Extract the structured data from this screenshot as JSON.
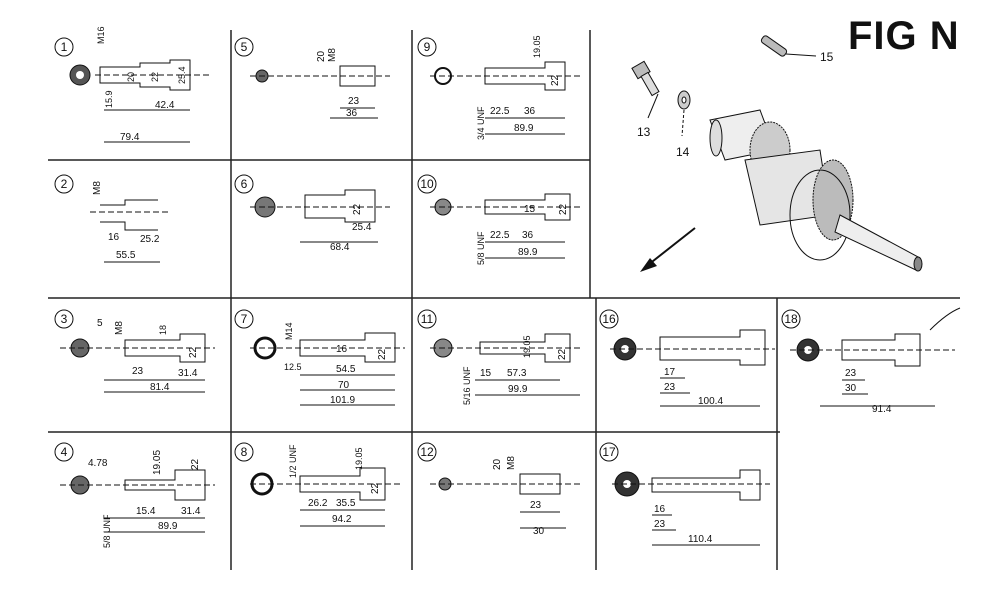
{
  "title": "FIG N",
  "cells": [
    {
      "num": "1",
      "dims": [
        "M16",
        "20",
        "22",
        "25.4",
        "15.9",
        "42.4",
        "79.4"
      ]
    },
    {
      "num": "2",
      "dims": [
        "M8",
        "16",
        "25.2",
        "55.5"
      ]
    },
    {
      "num": "3",
      "dims": [
        "5",
        "M8",
        "18",
        "22",
        "23",
        "31.4",
        "81.4"
      ]
    },
    {
      "num": "4",
      "dims": [
        "4.78",
        "19.05",
        "22",
        "15.4",
        "31.4",
        "89.9",
        "5/8 UNF"
      ]
    },
    {
      "num": "5",
      "dims": [
        "20",
        "M8",
        "23",
        "36"
      ]
    },
    {
      "num": "6",
      "dims": [
        "22",
        "25.4",
        "68.4"
      ]
    },
    {
      "num": "7",
      "dims": [
        "M14",
        "12.5",
        "16",
        "54.5",
        "22",
        "70",
        "101.9"
      ]
    },
    {
      "num": "8",
      "dims": [
        "1/2 UNF",
        "19.05",
        "26.2",
        "35.5",
        "22",
        "94.2"
      ]
    },
    {
      "num": "9",
      "dims": [
        "19.05",
        "22",
        "22.5",
        "36",
        "89.9",
        "3/4 UNF"
      ]
    },
    {
      "num": "10",
      "dims": [
        "22",
        "15",
        "22.5",
        "36",
        "89.9",
        "5/8 UNF"
      ]
    },
    {
      "num": "11",
      "dims": [
        "19.05",
        "22",
        "15",
        "57.3",
        "99.9",
        "5/16 UNF"
      ]
    },
    {
      "num": "12",
      "dims": [
        "20",
        "M8",
        "23",
        "30"
      ]
    },
    {
      "num": "16",
      "dims": [
        "17",
        "23",
        "100.4"
      ]
    },
    {
      "num": "17",
      "dims": [
        "16",
        "23",
        "110.4"
      ]
    },
    {
      "num": "18",
      "dims": [
        "23",
        "30",
        "91.4"
      ]
    }
  ],
  "parts": [
    {
      "num": "13"
    },
    {
      "num": "14"
    },
    {
      "num": "15"
    }
  ]
}
